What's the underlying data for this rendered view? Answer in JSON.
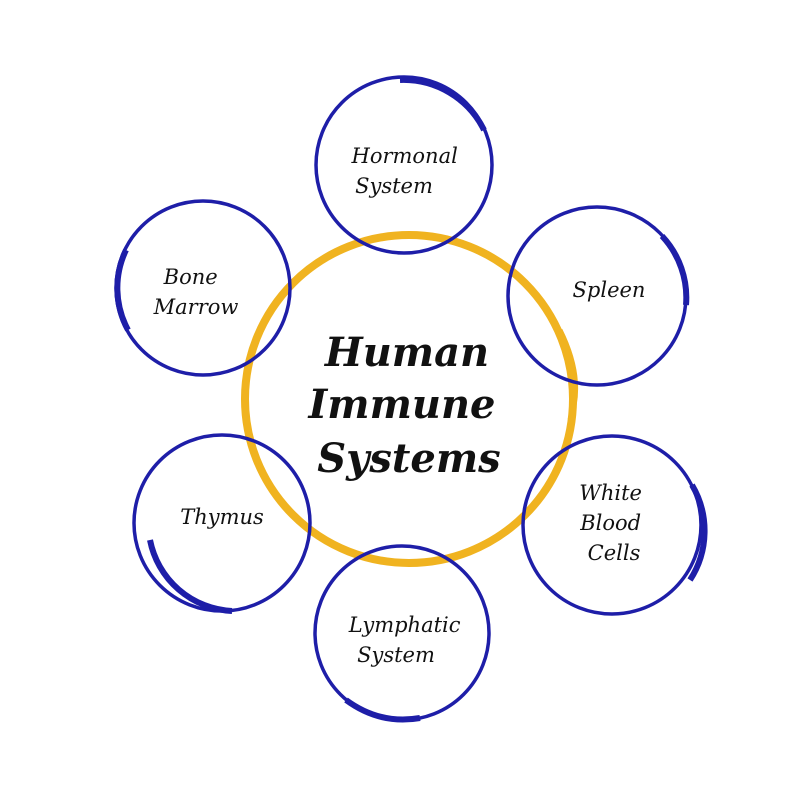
{
  "colors": {
    "background": "#ffffff",
    "hub_ring": "#f0b320",
    "node_ring": "#1e1ea8",
    "text": "#111111"
  },
  "center": {
    "lines": [
      "Human",
      "Immune",
      "Systems"
    ]
  },
  "nodes": [
    {
      "id": "hormonal-system",
      "lines": [
        "Hormonal",
        "System"
      ]
    },
    {
      "id": "spleen",
      "lines": [
        "Spleen"
      ]
    },
    {
      "id": "white-blood-cells",
      "lines": [
        "White",
        "Blood",
        "Cells"
      ]
    },
    {
      "id": "lymphatic-system",
      "lines": [
        "Lymphatic",
        "System"
      ]
    },
    {
      "id": "thymus",
      "lines": [
        "Thymus"
      ]
    },
    {
      "id": "bone-marrow",
      "lines": [
        "Bone",
        "Marrow"
      ]
    }
  ]
}
